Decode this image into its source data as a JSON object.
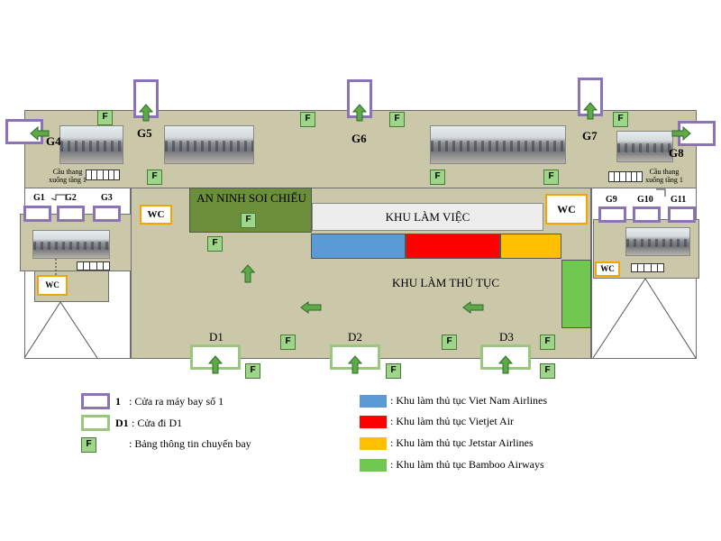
{
  "gates_top": [
    {
      "label": "G4"
    },
    {
      "label": "G5"
    },
    {
      "label": "G6"
    },
    {
      "label": "G7"
    },
    {
      "label": "G8"
    }
  ],
  "gates_wing": [
    {
      "label": "G1"
    },
    {
      "label": "G2"
    },
    {
      "label": "G3"
    },
    {
      "label": "G9"
    },
    {
      "label": "G10"
    },
    {
      "label": "G11"
    }
  ],
  "doors": [
    {
      "label": "D1"
    },
    {
      "label": "D2"
    },
    {
      "label": "D3"
    }
  ],
  "flight_board_letter": "F",
  "security_label": "AN NINH SOI CHIẾU",
  "work_area_label": "KHU LÀM VIỆC",
  "checkin_area_label": "KHU LÀM THỦ TỤC",
  "wc_label": "WC",
  "stairs_label_line1": "Cầu thang",
  "stairs_label_line2": "xuống tầng 1",
  "colors": {
    "vietnam_airlines": "#5b9bd5",
    "vietjet": "#ff0000",
    "jetstar": "#ffc000",
    "bamboo": "#70c850",
    "security": "#6b8e3a"
  },
  "legend": {
    "gate_number": "1",
    "gate_text": ": Cửa ra máy bay số 1",
    "door_number": "D1",
    "door_text": ": Cửa đi D1",
    "board_text": ": Bảng thông tin chuyến bay",
    "items": [
      {
        "color": "#5b9bd5",
        "text": ": Khu làm thủ tục Viet Nam Airlines"
      },
      {
        "color": "#ff0000",
        "text": ": Khu làm thủ tục Vietjet Air"
      },
      {
        "color": "#ffc000",
        "text": ": Khu làm thủ tục Jetstar Airlines"
      },
      {
        "color": "#70c850",
        "text": ": Khu làm thủ tục Bamboo Airways"
      }
    ]
  }
}
